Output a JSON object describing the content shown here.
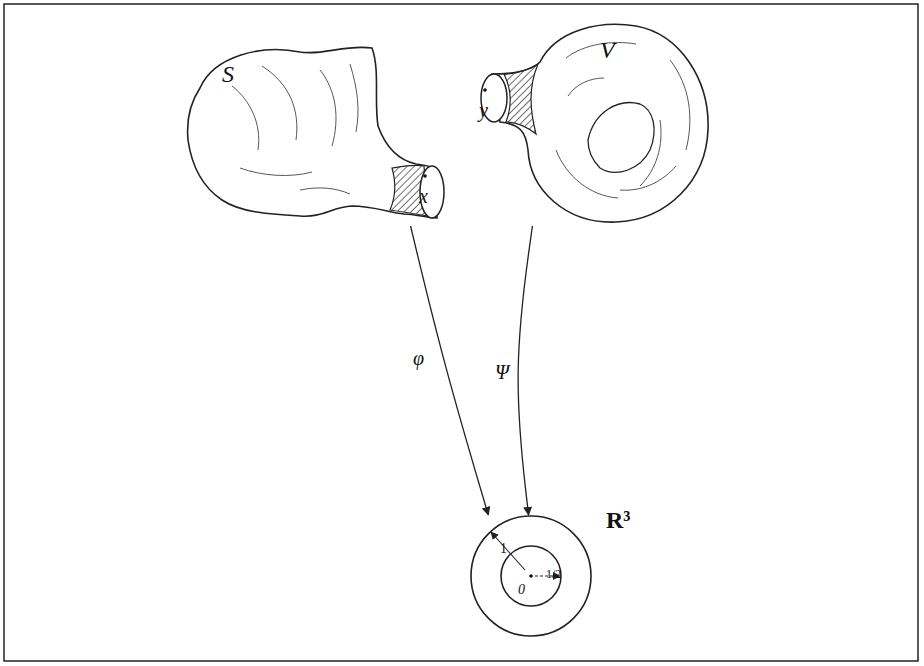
{
  "diagram": {
    "nodes": [
      {
        "text": [
          "S"
        ]
      },
      {
        "text": [
          "V"
        ]
      },
      {
        "text": [
          "R³"
        ]
      }
    ],
    "edges": [
      {
        "from": 0,
        "to": 2,
        "arrow": "to",
        "label": "φ"
      },
      {
        "from": 1,
        "to": 2,
        "arrow": "to",
        "label": "Ψ"
      }
    ],
    "labels": [
      "x",
      "y",
      "1",
      "1/2",
      "0"
    ]
  }
}
